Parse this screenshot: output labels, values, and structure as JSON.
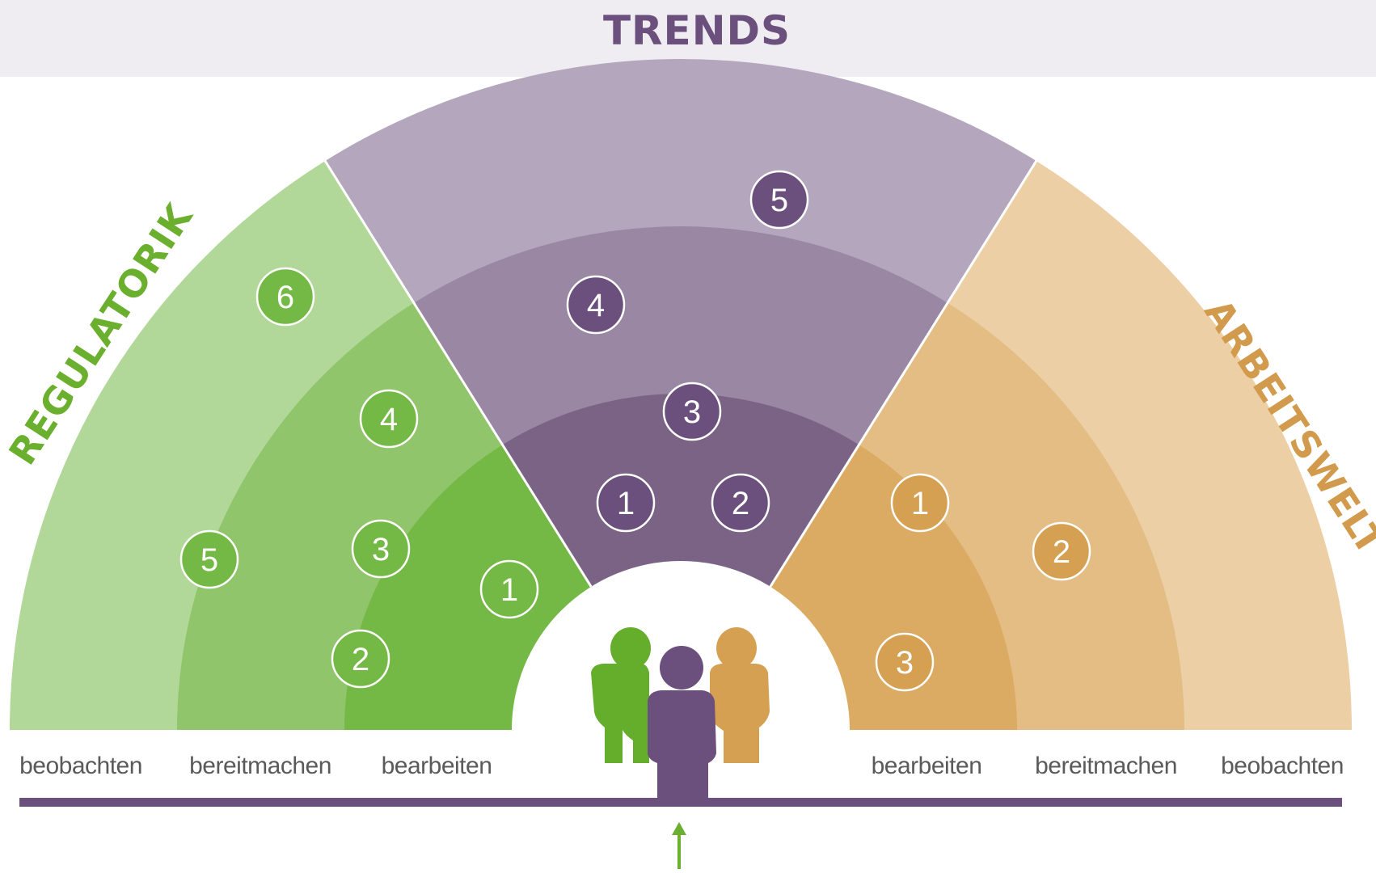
{
  "title": "TRENDS",
  "sectors": [
    {
      "id": "regulatorik",
      "label": "REGULATORIK",
      "rings": [
        "#b1d898",
        "#91c56b",
        "#74b946"
      ],
      "marker_fill": "#74b946",
      "label_color": "#6aaf2e"
    },
    {
      "id": "trends",
      "label": "TRENDS",
      "rings": [
        "#b4a7bd",
        "#9987a3",
        "#7b6386"
      ],
      "marker_fill": "#6b4f7c",
      "label_color": "#6b4f7c"
    },
    {
      "id": "arbeitswelt",
      "label": "ARBEITSWELT",
      "rings": [
        "#eccfa5",
        "#e4bd84",
        "#dbab63"
      ],
      "marker_fill": "#d5a051",
      "label_color": "#d29a4c"
    }
  ],
  "ring_labels": {
    "left": [
      "beobachten",
      "bereitmachen",
      "bearbeiten"
    ],
    "right": [
      "bearbeiten",
      "bereitmachen",
      "beobachten"
    ]
  },
  "markers": [
    {
      "sector": "regulatorik",
      "number": "6"
    },
    {
      "sector": "regulatorik",
      "number": "4"
    },
    {
      "sector": "regulatorik",
      "number": "5"
    },
    {
      "sector": "regulatorik",
      "number": "3"
    },
    {
      "sector": "regulatorik",
      "number": "1"
    },
    {
      "sector": "regulatorik",
      "number": "2"
    },
    {
      "sector": "trends",
      "number": "5"
    },
    {
      "sector": "trends",
      "number": "4"
    },
    {
      "sector": "trends",
      "number": "3"
    },
    {
      "sector": "trends",
      "number": "1"
    },
    {
      "sector": "trends",
      "number": "2"
    },
    {
      "sector": "arbeitswelt",
      "number": "1"
    },
    {
      "sector": "arbeitswelt",
      "number": "2"
    },
    {
      "sector": "arbeitswelt",
      "number": "3"
    }
  ],
  "colors": {
    "header_band": "#efedf2",
    "baseline": "#6b4f7c",
    "arrow": "#6aaf2e",
    "person_left": "#64ae2c",
    "person_center": "#6b4f7c",
    "person_right": "#d5a051"
  },
  "icons": [
    "people-group-icon",
    "arrow-up-icon"
  ]
}
